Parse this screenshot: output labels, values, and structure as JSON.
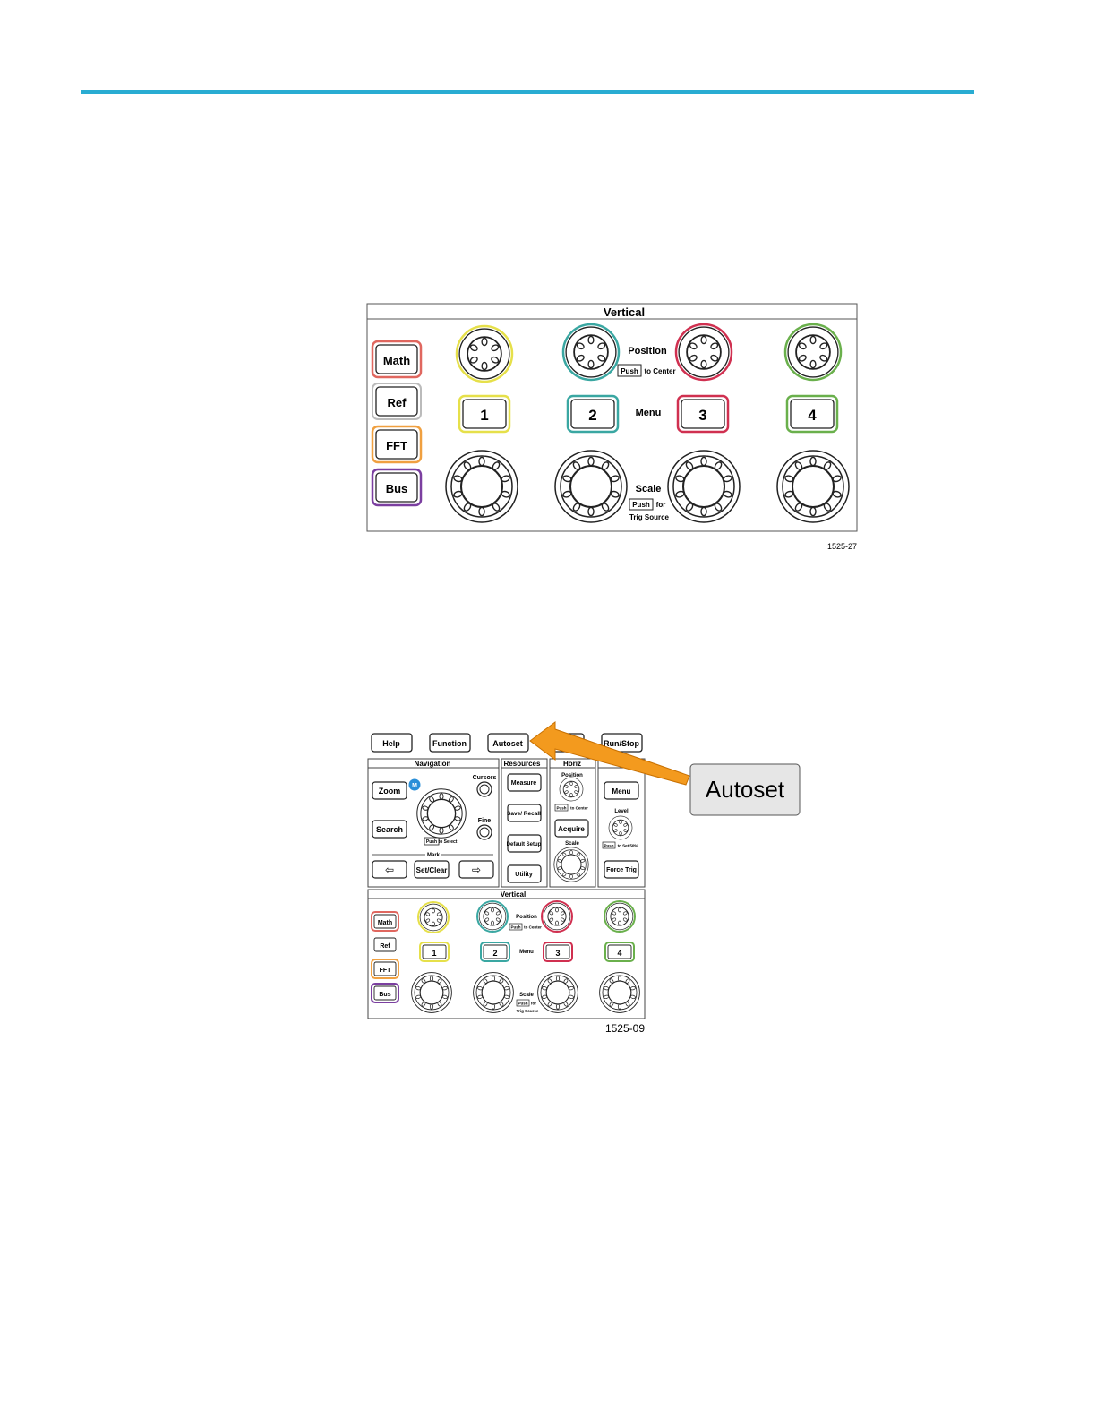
{
  "figure1": {
    "title": "Vertical",
    "side_buttons": [
      "Math",
      "Ref",
      "FFT",
      "Bus"
    ],
    "channel_buttons": [
      "1",
      "2",
      "3",
      "4"
    ],
    "position_label": "Position",
    "push_label": "Push",
    "to_center_label": "to Center",
    "menu_label": "Menu",
    "scale_label": "Scale",
    "for_label": "for",
    "trig_source_label": "Trig Source",
    "figure_id": "1525-27"
  },
  "figure2": {
    "top_buttons": [
      "Help",
      "Function",
      "Autoset",
      "Run/Stop"
    ],
    "navigation": {
      "title": "Navigation",
      "zoom": "Zoom",
      "search": "Search",
      "m_badge": "M",
      "cursors": "Cursors",
      "fine": "Fine",
      "push": "Push",
      "to_select": "to Select",
      "mark": "Mark",
      "set_clear": "Set/Clear",
      "left_arrow": "⇦",
      "right_arrow": "⇨"
    },
    "resources": {
      "title": "Resources",
      "buttons": [
        "Measure",
        "Save/ Recall",
        "Default Setup",
        "Utility"
      ]
    },
    "horizontal": {
      "title": "Horiz",
      "position": "Position",
      "push": "Push",
      "to_center": "to Center",
      "acquire": "Acquire",
      "scale": "Scale"
    },
    "trigger": {
      "menu": "Menu",
      "level": "Level",
      "push": "Push",
      "to_set_50": "to Set 50%",
      "force_trig": "Force Trig"
    },
    "vertical": {
      "title": "Vertical",
      "side_buttons": [
        "Math",
        "Ref",
        "FFT",
        "Bus"
      ],
      "channel_buttons": [
        "1",
        "2",
        "3",
        "4"
      ],
      "position": "Position",
      "push": "Push",
      "to_center": "to Center",
      "menu": "Menu",
      "scale": "Scale",
      "for": "for",
      "trig_source": "Trig Source"
    },
    "callout": "Autoset",
    "figure_id": "1525-09"
  },
  "colors": {
    "rule": "#29acd2",
    "math": "#e0675f",
    "ref": "#888888",
    "fft": "#f0a040",
    "bus": "#7b3fa0",
    "ch1": "#e6e04a",
    "ch2": "#3aa7a2",
    "ch3": "#d03050",
    "ch4": "#6ab04c",
    "m_badge": "#2a8fd8",
    "arrow": "#f39a1e",
    "callout_bg": "#e6e6e6"
  }
}
